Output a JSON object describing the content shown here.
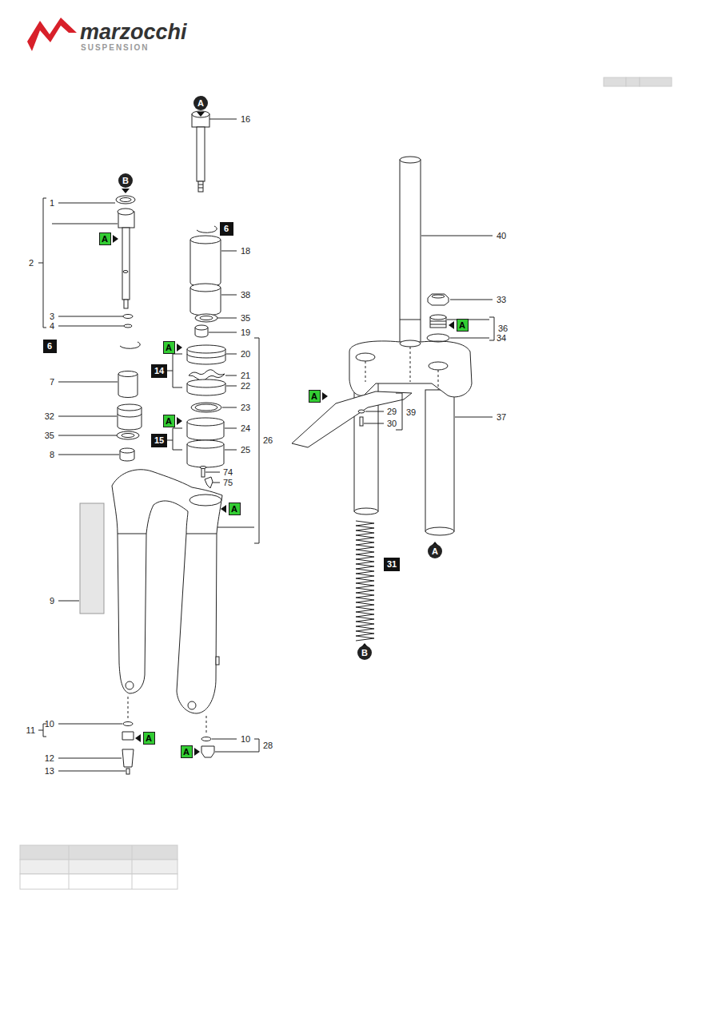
{
  "diagram": {
    "nodes": [
      {
        "text": [
          "A"
        ]
      },
      {
        "text": [
          "B"
        ]
      },
      {
        "text": [
          "6"
        ]
      },
      {
        "text": [
          "A"
        ]
      },
      {
        "text": [
          "A"
        ]
      },
      {
        "text": [
          "6"
        ]
      },
      {
        "text": [
          "A"
        ]
      },
      {
        "text": [
          "14"
        ]
      },
      {
        "text": [
          "A"
        ]
      },
      {
        "text": [
          "A"
        ]
      },
      {
        "text": [
          "15"
        ]
      },
      {
        "text": [
          "A"
        ]
      },
      {
        "text": [
          "A"
        ]
      },
      {
        "text": [
          "31"
        ]
      },
      {
        "text": [
          "B"
        ]
      },
      {
        "text": [
          "A"
        ]
      },
      {
        "text": [
          "A"
        ]
      }
    ],
    "labels": [
      "marzocchi",
      "SUSPENSION",
      "16",
      "1",
      "2",
      "18",
      "38",
      "35",
      "3",
      "4",
      "19",
      "20",
      "21",
      "7",
      "22",
      "23",
      "32",
      "24",
      "35",
      "25",
      "26",
      "8",
      "74",
      "75",
      "9",
      "10",
      "11",
      "12",
      "13",
      "10",
      "28",
      "40",
      "33",
      "36",
      "34",
      "29",
      "39",
      "30",
      "37"
    ]
  }
}
